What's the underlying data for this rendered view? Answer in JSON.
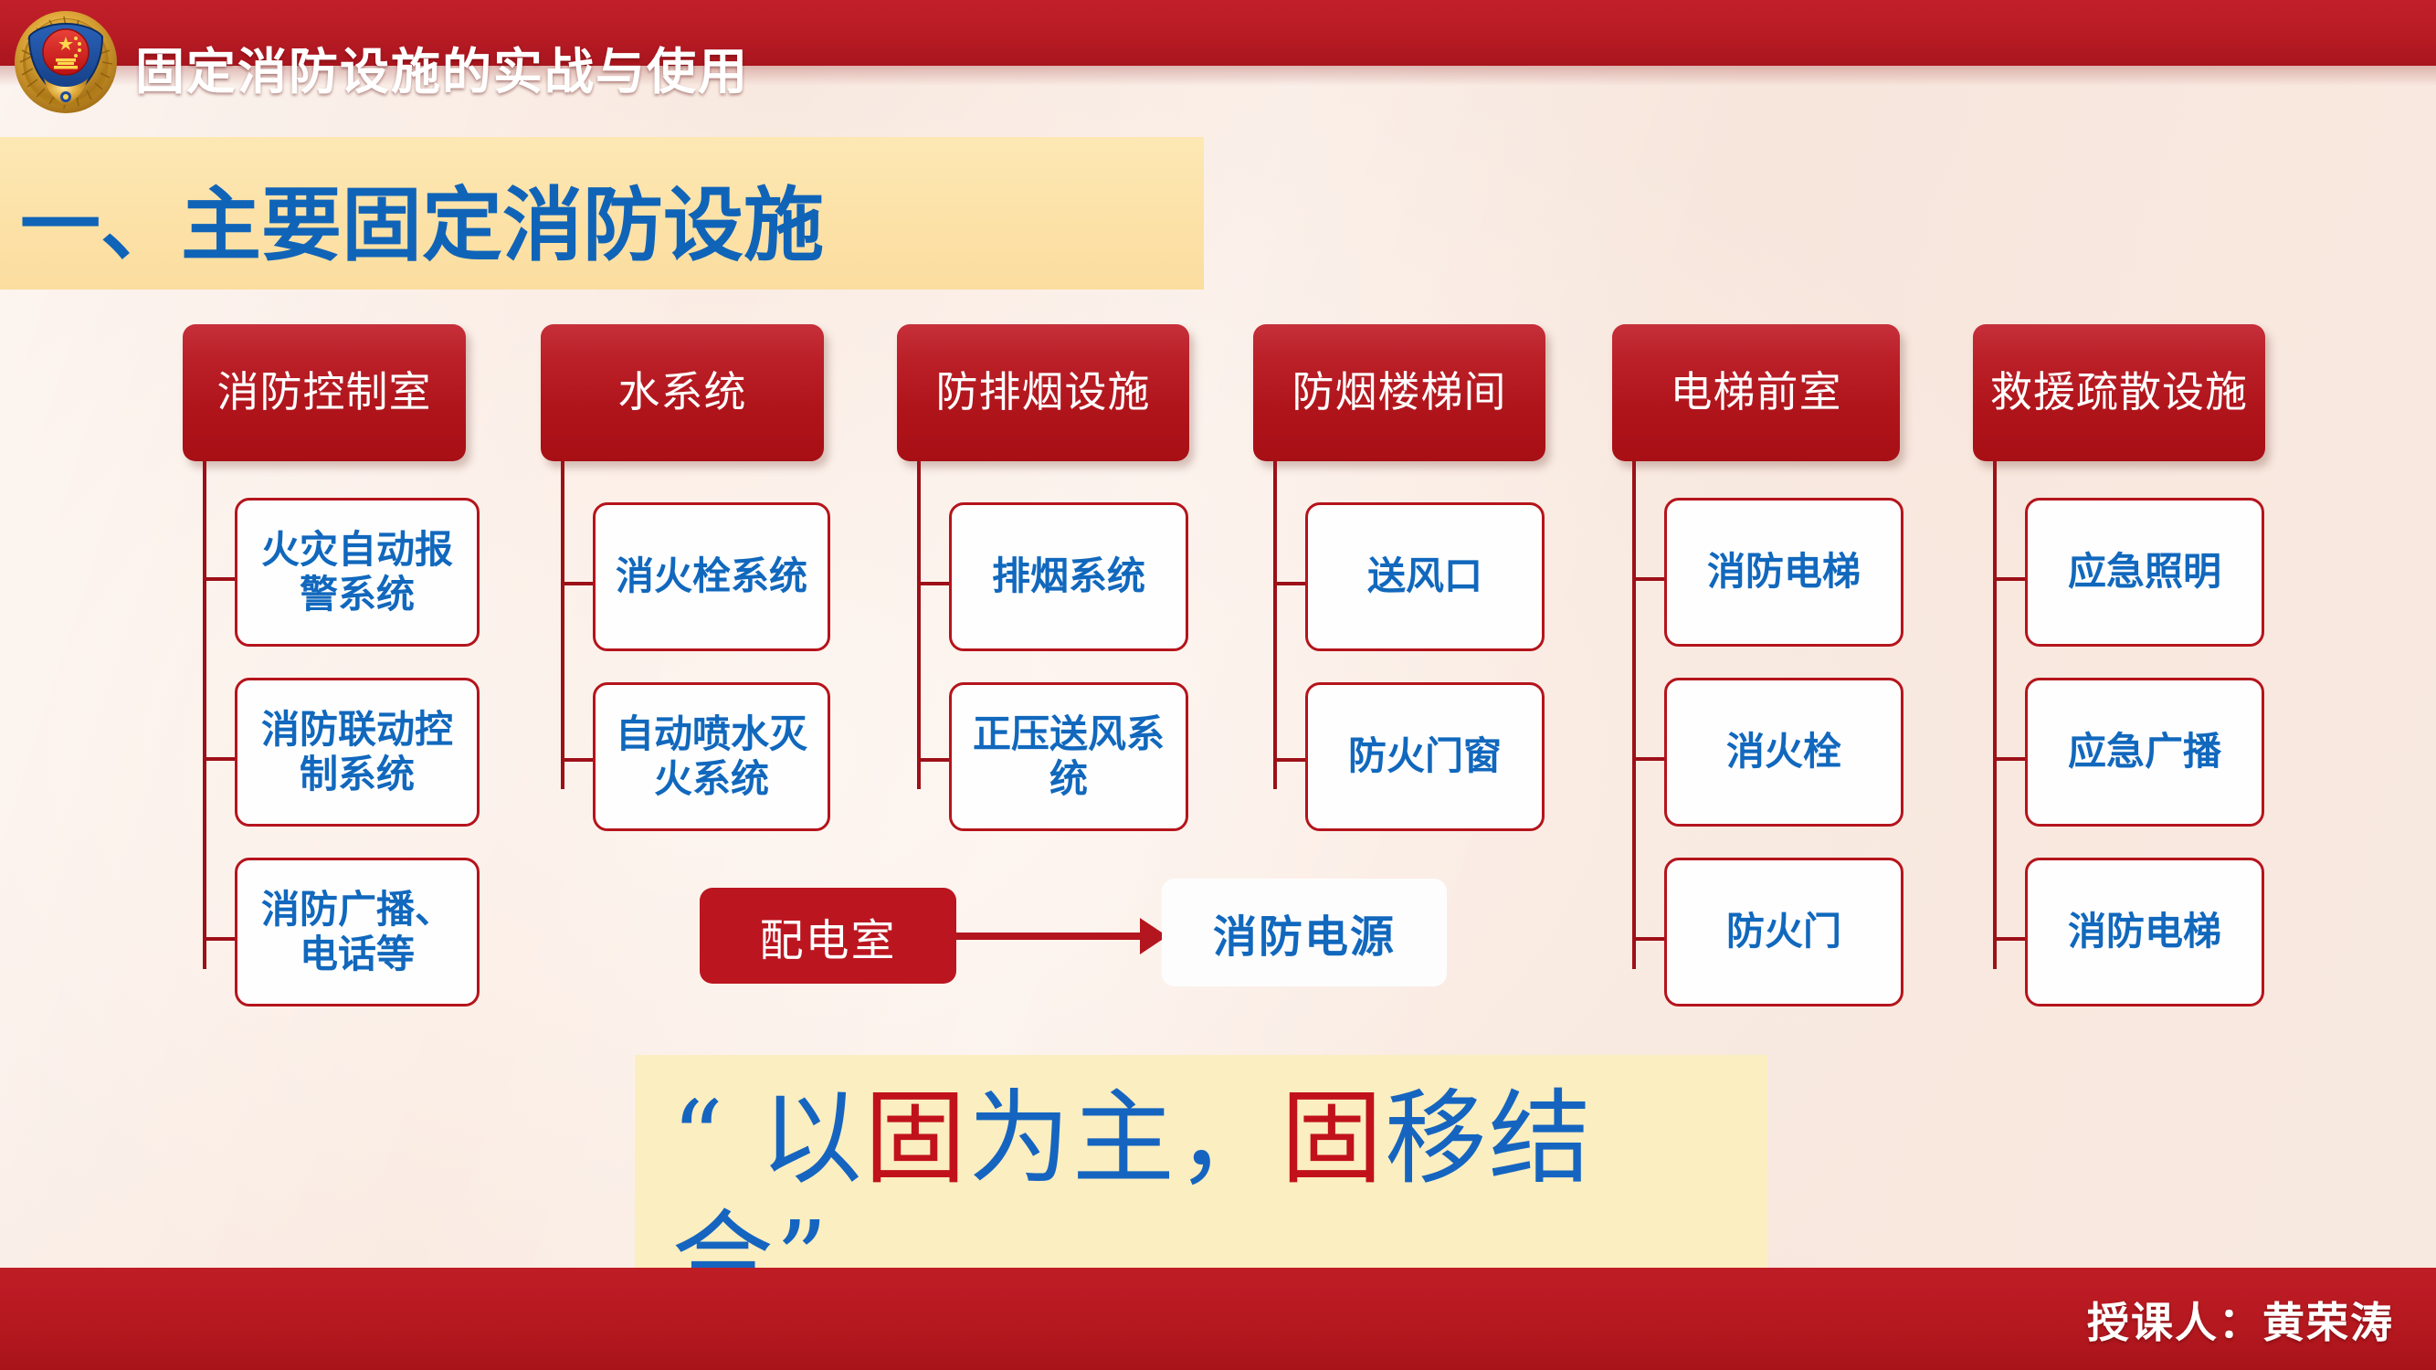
{
  "header": {
    "title": "固定消防设施的实战与使用",
    "emblem_icon": "fire-service-badge-icon"
  },
  "section": {
    "title": "一、主要固定消防设施",
    "accent_color": "#1064b8",
    "banner_color": "#fce2a8"
  },
  "tree": {
    "columns": [
      {
        "title": "消防控制室",
        "children": [
          "火灾自动报警系统",
          "消防联动控制系统",
          "消防广播、电话等"
        ]
      },
      {
        "title": "水系统",
        "children": [
          "消火栓系统",
          "自动喷水灭火系统"
        ]
      },
      {
        "title": "防排烟设施",
        "children": [
          "排烟系统",
          "正压送风系统"
        ]
      },
      {
        "title": "防烟楼梯间",
        "children": [
          "送风口",
          "防火门窗"
        ]
      },
      {
        "title": "电梯前室",
        "children": [
          "消防电梯",
          "消火栓",
          "防火门"
        ]
      },
      {
        "title": "救援疏散设施",
        "children": [
          "应急照明",
          "应急广播",
          "消防电梯"
        ]
      }
    ]
  },
  "power_row": {
    "source_label": "配电室",
    "arrow_icon": "right-arrow-icon",
    "target_label": "消防电源"
  },
  "quote": {
    "open_mark": "“",
    "part1": "以",
    "highlight1": "固",
    "part2": "为主，",
    "highlight2": "固",
    "part3": "移结合",
    "close_mark": "”",
    "highlight_color": "#c1121c",
    "text_color": "#1565c0"
  },
  "footer": {
    "presenter": "授课人：黄荣涛",
    "bar_color": "#b5181f"
  }
}
